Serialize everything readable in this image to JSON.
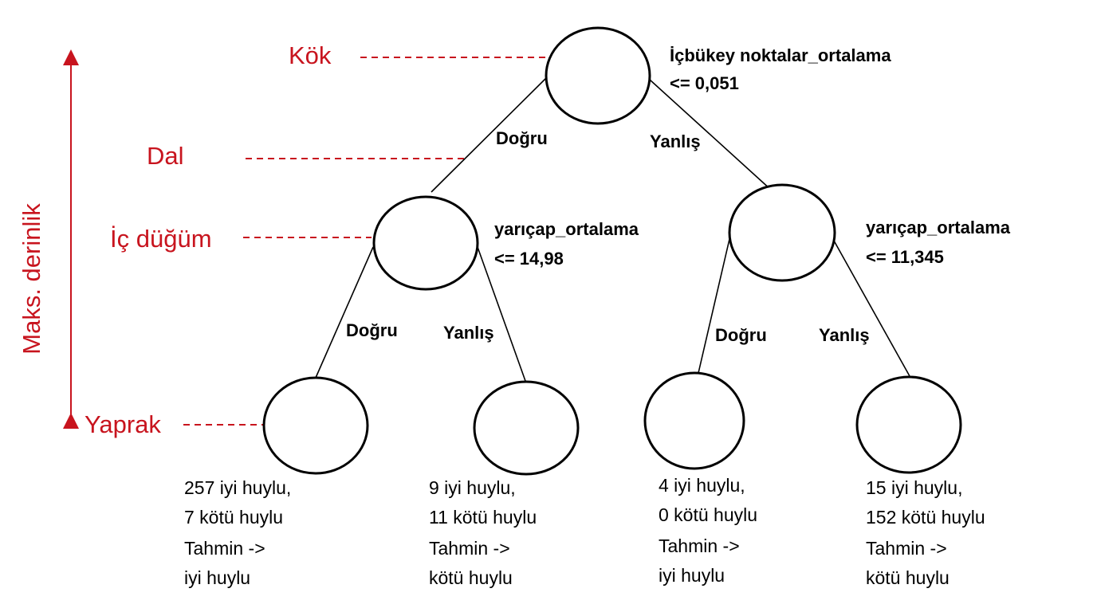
{
  "colors": {
    "annotation": "#c8141e",
    "tree": "#000000"
  },
  "annotations": {
    "root": "Kök",
    "branch": "Dal",
    "internal_node": "İç düğüm",
    "leaf": "Yaprak",
    "max_depth": "Maks. derinlik"
  },
  "root": {
    "feature": "İçbükey noktalar_ortalama",
    "threshold": "<= 0,051"
  },
  "internal_left": {
    "feature": "yarıçap_ortalama",
    "threshold": "<= 14,98"
  },
  "internal_right": {
    "feature": "yarıçap_ortalama",
    "threshold": "<= 11,345"
  },
  "edges": {
    "true_label": "Doğru",
    "false_label": "Yanlış"
  },
  "leaves": [
    {
      "line1": "257 iyi huylu,",
      "line2": "7 kötü huylu",
      "line3": "Tahmin ->",
      "line4": "iyi huylu"
    },
    {
      "line1": "9 iyi huylu,",
      "line2": "11 kötü huylu",
      "line3": "Tahmin ->",
      "line4": "kötü huylu"
    },
    {
      "line1": "4 iyi huylu,",
      "line2": "0 kötü huylu",
      "line3": "Tahmin ->",
      "line4": "iyi huylu"
    },
    {
      "line1": "15 iyi huylu,",
      "line2": "152 kötü huylu",
      "line3": "Tahmin ->",
      "line4": "kötü huylu"
    }
  ]
}
